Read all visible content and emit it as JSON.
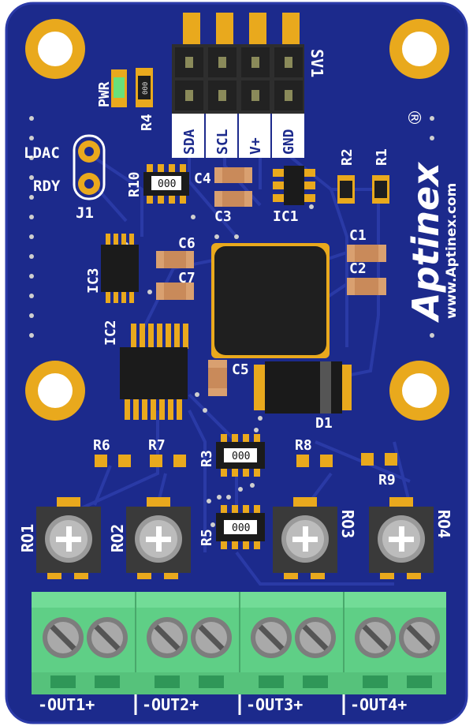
{
  "board": {
    "brand": "Aptinex",
    "registered_mark": "®",
    "website": "www.Aptinex.com",
    "colors": {
      "pcb": "#1c2a8c",
      "gold": "#e9a91d",
      "terminal": "#5fcf86",
      "silk": "#ffffff"
    }
  },
  "header": {
    "name": "SV1",
    "pins": [
      "SDA",
      "SCL",
      "V+",
      "GND"
    ]
  },
  "jumper": {
    "name": "J1",
    "pins": [
      "LDAC",
      "RDY"
    ]
  },
  "components": {
    "pwr": "PWR",
    "r1": "R1",
    "r2": "R2",
    "r3": "R3",
    "r4": "R4",
    "r5": "R5",
    "r6": "R6",
    "r7": "R7",
    "r8": "R8",
    "r9": "R9",
    "r10": "R10",
    "c1": "C1",
    "c2": "C2",
    "c3": "C3",
    "c4": "C4",
    "c5": "C5",
    "c6": "C6",
    "c7": "C7",
    "ic1": "IC1",
    "ic2": "IC2",
    "ic3": "IC3",
    "d1": "D1",
    "ro1": "RO1",
    "ro2": "RO2",
    "ro3": "RO3",
    "ro4": "RO4",
    "array_code": "000",
    "smd_code": "000"
  },
  "outputs": [
    "-OUT1+",
    "-OUT2+",
    "-OUT3+",
    "-OUT4+"
  ]
}
